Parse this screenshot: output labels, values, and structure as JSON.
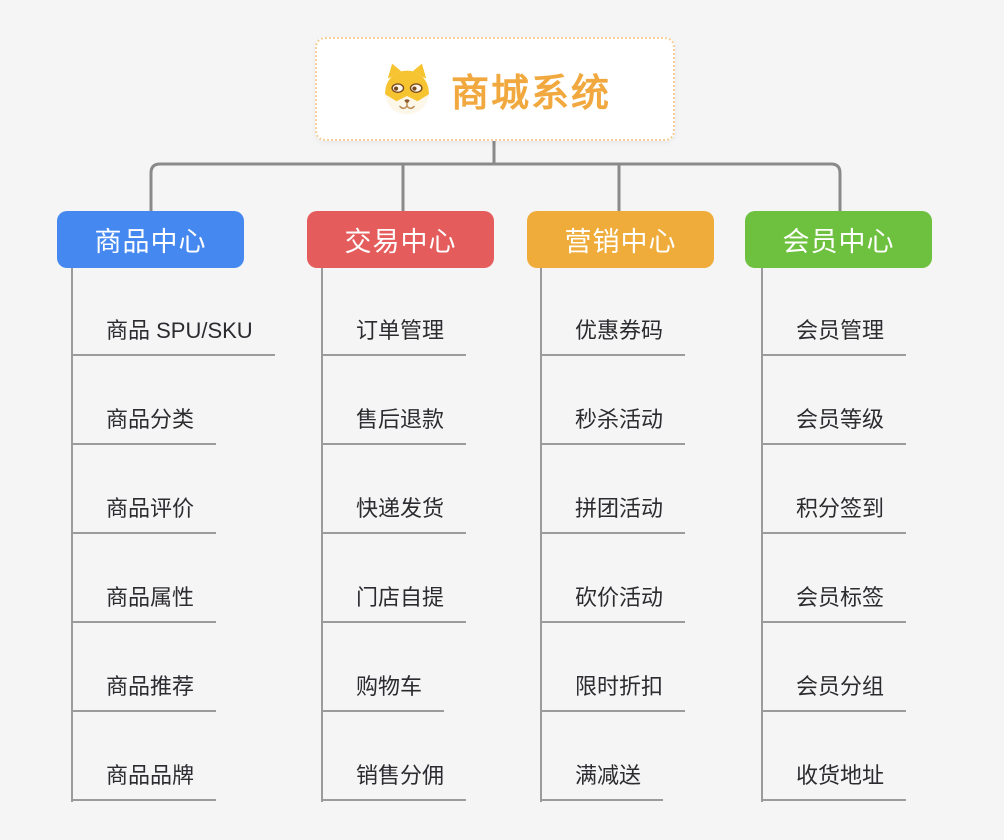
{
  "background_color": "#f5f5f6",
  "connector_color": "#8a8a8a",
  "underline_color": "#9b9b9b",
  "root": {
    "title": "商城系统",
    "title_color": "#f1a93f",
    "border_color": "#f3cf9a",
    "icon": "shiba-dog-icon"
  },
  "branches": [
    {
      "label": "商品中心",
      "color": "#4589f0",
      "items": [
        "商品 SPU/SKU",
        "商品分类",
        "商品评价",
        "商品属性",
        "商品推荐",
        "商品品牌"
      ]
    },
    {
      "label": "交易中心",
      "color": "#e55c5c",
      "items": [
        "订单管理",
        "售后退款",
        "快递发货",
        "门店自提",
        "购物车",
        "销售分佣"
      ]
    },
    {
      "label": "营销中心",
      "color": "#efac3a",
      "items": [
        "优惠券码",
        "秒杀活动",
        "拼团活动",
        "砍价活动",
        "限时折扣",
        "满减送"
      ]
    },
    {
      "label": "会员中心",
      "color": "#6ec13e",
      "items": [
        "会员管理",
        "会员等级",
        "积分签到",
        "会员标签",
        "会员分组",
        "收货地址"
      ]
    }
  ]
}
